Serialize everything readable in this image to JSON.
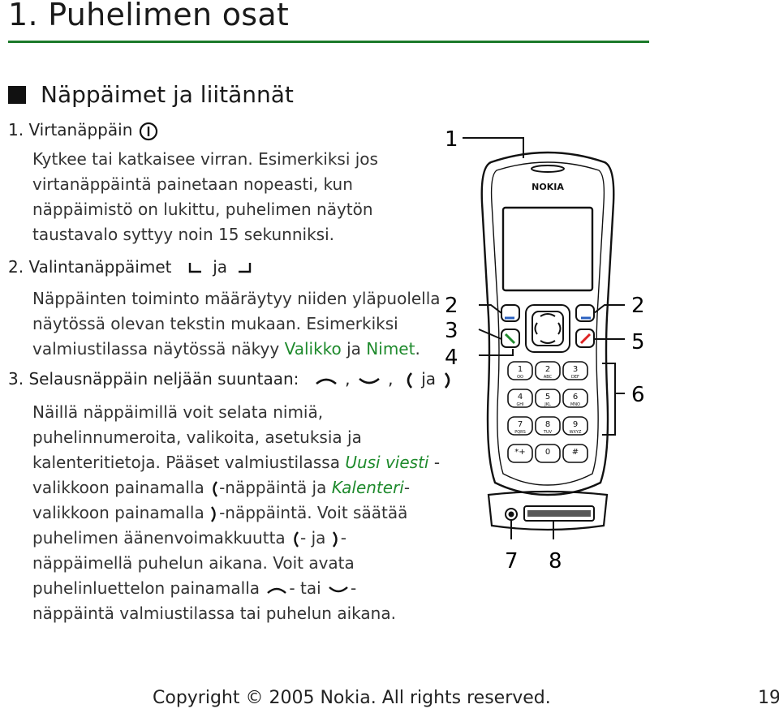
{
  "chapter": {
    "title": "1.   Puhelimen osat"
  },
  "section": {
    "title": "Näppäimet ja liitännät"
  },
  "items": [
    {
      "head": "1.  Virtanäppäin",
      "lines": [
        "Kytkee tai katkaisee virran. Esimerkiksi jos",
        "virtanäppäintä painetaan nopeasti, kun",
        "näppäimistö on lukittu, puhelimen näytön",
        "taustavalo syttyy noin 15 sekunniksi."
      ]
    },
    {
      "head_a": "2.  Valintanäppäimet",
      "head_b": "ja",
      "lines": [
        "Näppäinten toiminto määräytyy niiden yläpuolella",
        "näytössä olevan tekstin mukaan. Esimerkiksi"
      ],
      "line3_a": "valmiustilassa näytössä näkyy ",
      "line3_b": "Valikko",
      "line3_c": " ja ",
      "line3_d": "Nimet",
      "line3_e": "."
    },
    {
      "head_a": "3.  Selausnäppäin neljään suuntaan:",
      "sep1": ",",
      "sep2": ",",
      "head_b": "ja",
      "l1": "Näillä näppäimillä voit selata nimiä,",
      "l2": "puhelinnumeroita, valikoita, asetuksia ja",
      "l3a": "kalenteritietoja. Pääset valmiustilassa ",
      "l3b": "Uusi viesti",
      "l3c": " -",
      "l4a": "valikkoon painamalla ",
      "l4b": "-näppäintä ja ",
      "l4c": "Kalenteri",
      "l4d": "-",
      "l5a": "valikkoon painamalla ",
      "l5b": "-näppäintä. Voit säätää",
      "l6a": "puhelimen äänenvoimakkuutta ",
      "l6b": "- ja ",
      "l6c": "-",
      "l7": "näppäimellä puhelun aikana. Voit avata",
      "l8a": "puhelinluettelon painamalla ",
      "l8b": "- tai ",
      "l8c": "-",
      "l9": "näppäintä valmiustilassa tai puhelun aikana."
    }
  ],
  "phone": {
    "brand": "NOKIA",
    "callouts": [
      "1",
      "2",
      "3",
      "4",
      "2",
      "5",
      "6",
      "7",
      "8"
    ],
    "keys": [
      {
        "num": "1",
        "sub": "OO"
      },
      {
        "num": "2",
        "sub": "ABC"
      },
      {
        "num": "3",
        "sub": "DEF"
      },
      {
        "num": "4",
        "sub": "GHI"
      },
      {
        "num": "5",
        "sub": "JKL"
      },
      {
        "num": "6",
        "sub": "MNO"
      },
      {
        "num": "7",
        "sub": "PQRS"
      },
      {
        "num": "8",
        "sub": "TUV"
      },
      {
        "num": "9",
        "sub": "WXYZ"
      },
      {
        "num": "*+",
        "sub": ""
      },
      {
        "num": "0",
        "sub": ""
      },
      {
        "num": "#",
        "sub": ""
      }
    ]
  },
  "footer": {
    "copyright": "Copyright © 2005 Nokia. All rights reserved.",
    "page": "19"
  },
  "colors": {
    "accent_green": "#1e8a2c",
    "rule_green": "#1c7a2a"
  }
}
